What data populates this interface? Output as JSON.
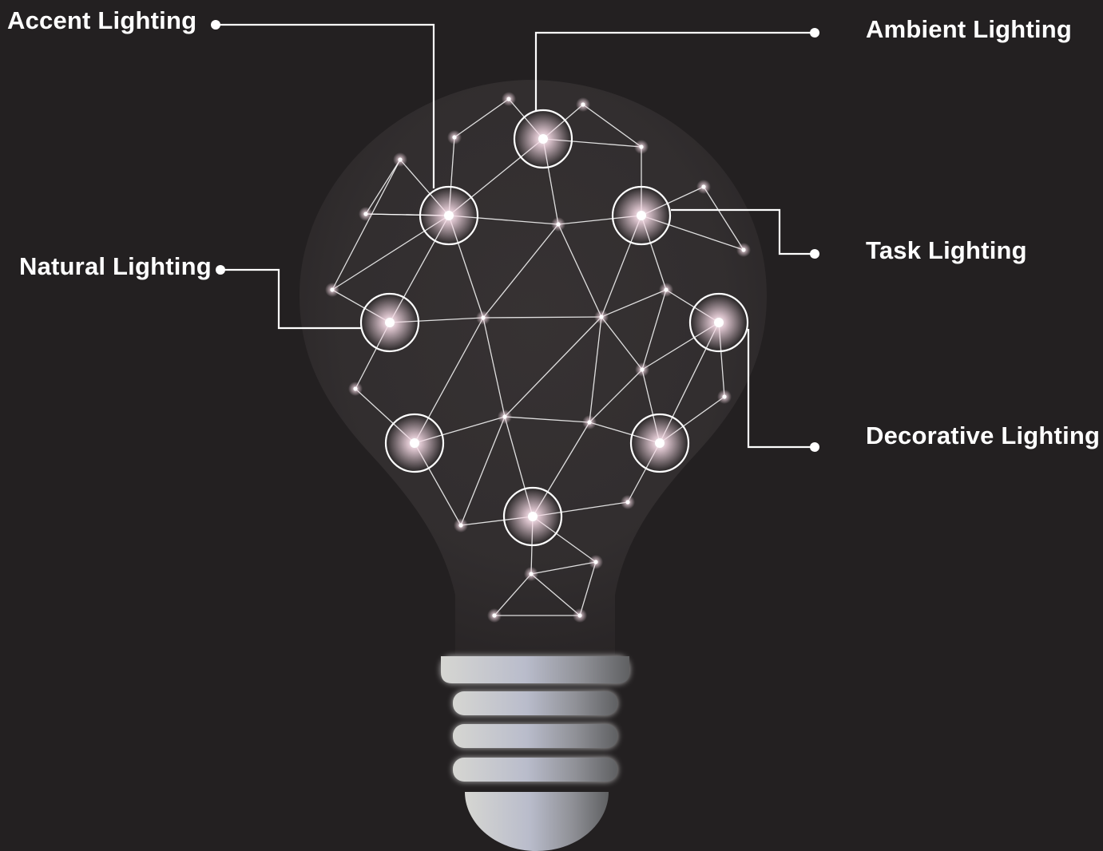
{
  "labels": {
    "accent": "Accent Lighting",
    "ambient": "Ambient Lighting",
    "natural": "Natural Lighting",
    "task": "Task Lighting",
    "decorative": "Decorative Lighting"
  },
  "colors": {
    "background": "#232021",
    "text": "#ffffff",
    "line": "#ffffff",
    "glow": "#f4dde6"
  }
}
